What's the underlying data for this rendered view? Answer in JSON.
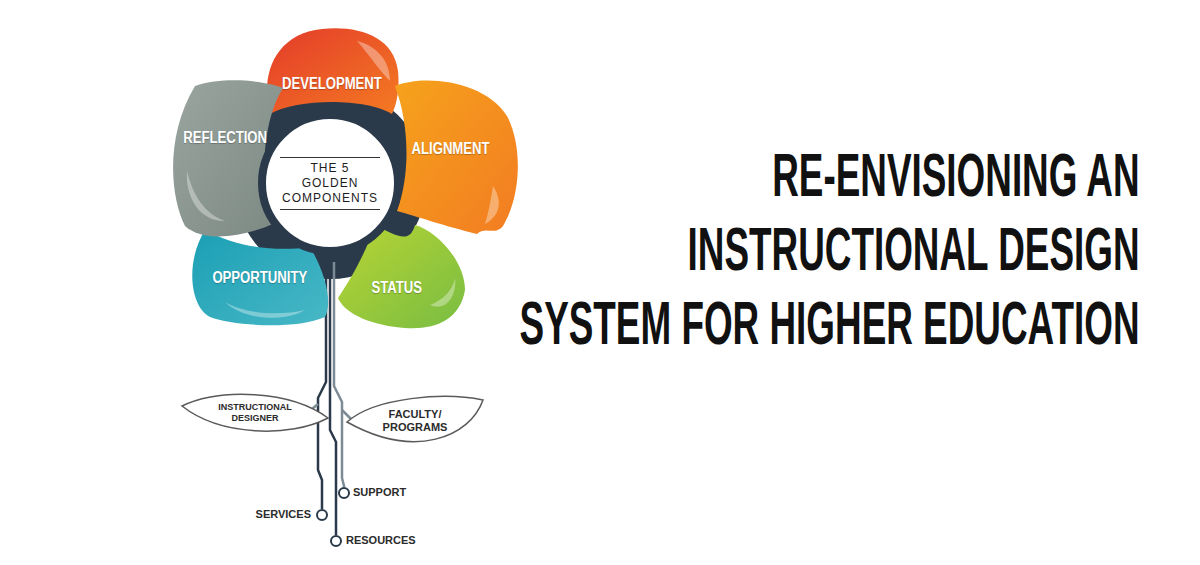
{
  "diagram": {
    "title": "RE-ENVISIONING AN INSTRUCTIONAL DESIGN SYSTEM FOR HIGHER EDUCATION",
    "nodes": [
      {
        "text": [
          "DEVELOPMENT"
        ]
      },
      {
        "text": [
          "ALIGNMENT"
        ]
      },
      {
        "text": [
          "STATUS"
        ]
      },
      {
        "text": [
          "OPPORTUNITY"
        ]
      },
      {
        "text": [
          "REFLECTION"
        ]
      },
      {
        "text": [
          "THE 5 GOLDEN COMPONENTS"
        ]
      },
      {
        "text": [
          "INSTRUCTIONAL DESIGNER"
        ]
      },
      {
        "text": [
          "FACULTY/ PROGRAMS"
        ]
      }
    ],
    "labels": [
      "SUPPORT",
      "SERVICES",
      "RESOURCES"
    ]
  }
}
